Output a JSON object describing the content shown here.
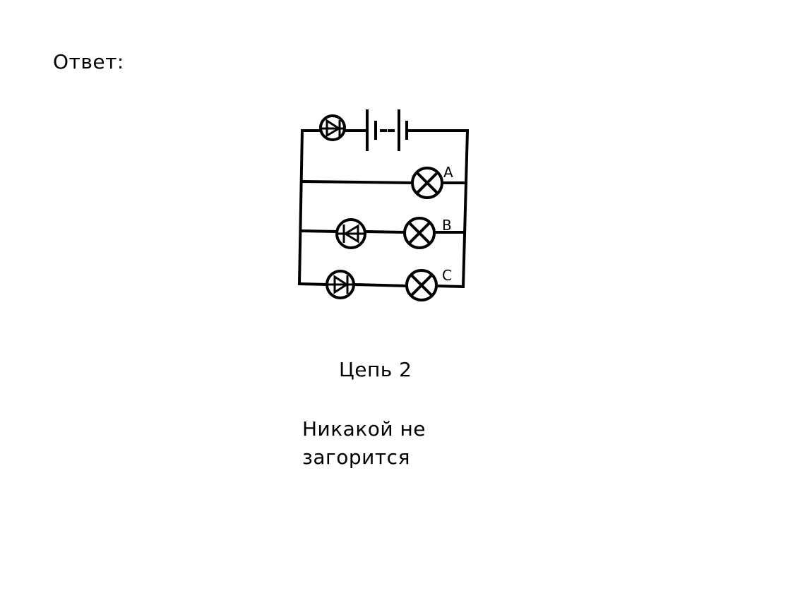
{
  "answer_label": "Ответ:",
  "circuit": {
    "title": "Цепь 2",
    "lamps": [
      {
        "id": "A",
        "label": "A"
      },
      {
        "id": "B",
        "label": "B"
      },
      {
        "id": "C",
        "label": "C"
      }
    ]
  },
  "answer_text": "Никакой не загорится"
}
